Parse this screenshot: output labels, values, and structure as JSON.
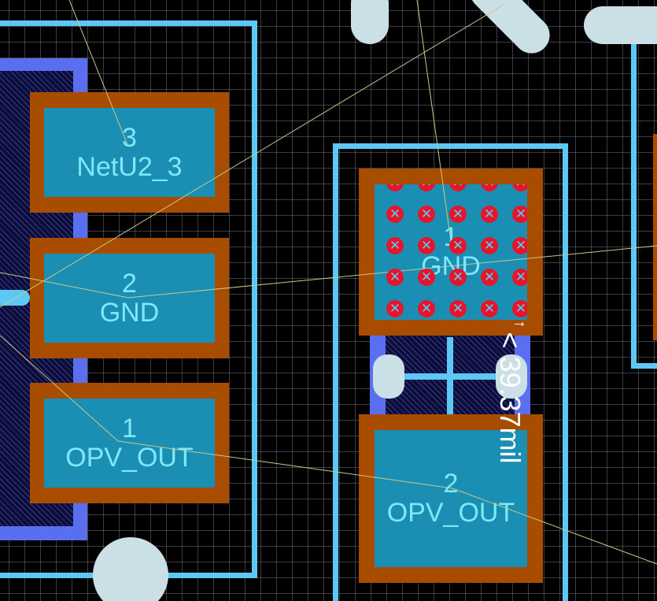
{
  "colors": {
    "background": "#000000",
    "grid": "#6e6e78",
    "pad_copper": "#1a8fb3",
    "pad_ring": "#a84c00",
    "pad_text": "#7fe8f8",
    "silkscreen": "#5bc8f5",
    "bottom_layer": "#5a6ef0",
    "via_mark": "#e8142b",
    "mounting_hole": "#cbdfe6",
    "ratsnest": "#c8c88a",
    "dimension_text": "#ffffff"
  },
  "icons": {
    "via_glyph": "✕",
    "arrow_glyph": "→"
  },
  "pads_left": [
    {
      "number": "3",
      "net": "NetU2_3"
    },
    {
      "number": "2",
      "net": "GND"
    },
    {
      "number": "1",
      "net": "OPV_OUT"
    }
  ],
  "pads_right": [
    {
      "number": "1",
      "net": "GND"
    },
    {
      "number": "2",
      "net": "OPV_OUT"
    }
  ],
  "dimension": {
    "label": "< 39.37mil"
  }
}
